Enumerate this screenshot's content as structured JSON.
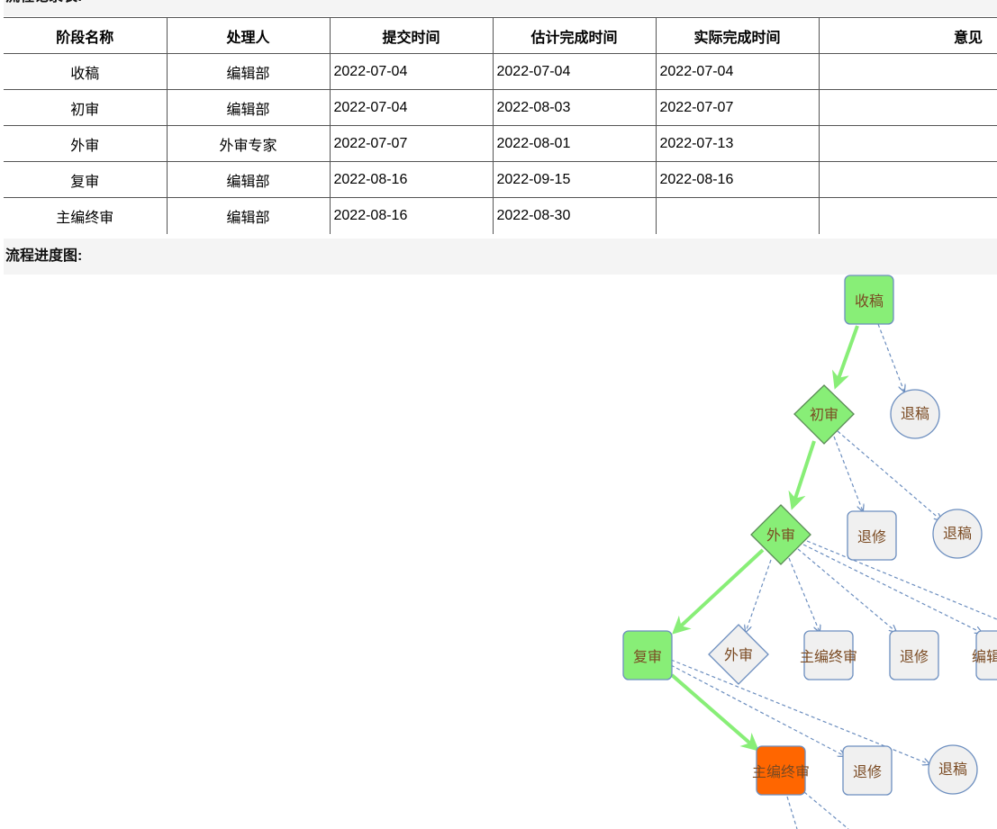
{
  "sections": {
    "record_title": "流程记录表:",
    "progress_title": "流程进度图:"
  },
  "table": {
    "headers": [
      "阶段名称",
      "处理人",
      "提交时间",
      "估计完成时间",
      "实际完成时间",
      "意见"
    ],
    "rows": [
      [
        "收稿",
        "编辑部",
        "2022-07-04",
        "2022-07-04",
        "2022-07-04",
        ""
      ],
      [
        "初审",
        "编辑部",
        "2022-07-04",
        "2022-08-03",
        "2022-07-07",
        ""
      ],
      [
        "外审",
        "外审专家",
        "2022-07-07",
        "2022-08-01",
        "2022-07-13",
        ""
      ],
      [
        "复审",
        "编辑部",
        "2022-08-16",
        "2022-09-15",
        "2022-08-16",
        ""
      ],
      [
        "主编终审",
        "编辑部",
        "2022-08-16",
        "2022-08-30",
        "",
        ""
      ]
    ]
  },
  "flow": {
    "colors": {
      "done": "#88ee77",
      "current": "#ff6600",
      "option": "#f0f0f0",
      "option_stroke": "#6c8ebf",
      "done_stroke": "#5a8a55",
      "progress_arrow": "#88ee77",
      "option_arrow": "#6c8ebf",
      "label": "#7a4a22"
    },
    "nodes": {
      "shougao": "收稿",
      "tuigao1": "退稿",
      "chushen": "初审",
      "tuixiu1": "退修",
      "tuigao2": "退稿",
      "waishen": "外审",
      "fushen": "复审",
      "waishen_opt": "外审",
      "zhubian_opt": "主编终审",
      "tuixiu2": "退修",
      "bianji_cut": "编辑",
      "zhubian": "主编终审",
      "tuixiu3": "退修",
      "tuigao3": "退稿"
    }
  }
}
